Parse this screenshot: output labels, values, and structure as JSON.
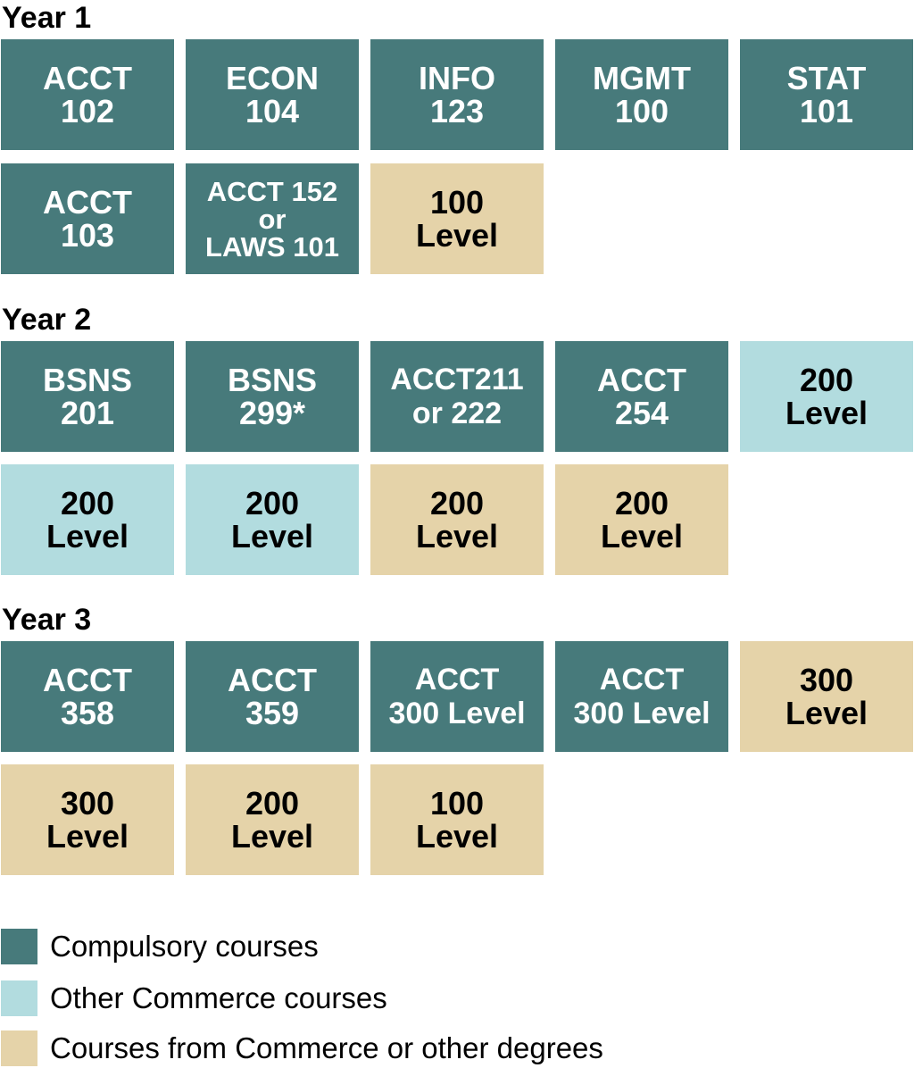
{
  "colors": {
    "compulsory": "#477a7b",
    "commerce": "#b2dcdf",
    "other": "#e5d3a9"
  },
  "years": [
    {
      "heading": "Year 1",
      "tiles": [
        {
          "text": "ACCT\n102",
          "kind": "compulsory"
        },
        {
          "text": "ECON\n104",
          "kind": "compulsory"
        },
        {
          "text": "INFO\n123",
          "kind": "compulsory"
        },
        {
          "text": "MGMT\n100",
          "kind": "compulsory"
        },
        {
          "text": "STAT\n101",
          "kind": "compulsory"
        },
        {
          "text": "ACCT\n103",
          "kind": "compulsory"
        },
        {
          "text": "ACCT 152\nor\nLAWS 101",
          "kind": "compulsory"
        },
        {
          "text": "100\nLevel",
          "kind": "other"
        }
      ]
    },
    {
      "heading": "Year 2",
      "tiles": [
        {
          "text": "BSNS\n201",
          "kind": "compulsory"
        },
        {
          "text": "BSNS\n299*",
          "kind": "compulsory"
        },
        {
          "text": "ACCT211\nor 222",
          "kind": "compulsory"
        },
        {
          "text": "ACCT\n254",
          "kind": "compulsory"
        },
        {
          "text": "200\nLevel",
          "kind": "commerce"
        },
        {
          "text": "200\nLevel",
          "kind": "commerce"
        },
        {
          "text": "200\nLevel",
          "kind": "commerce"
        },
        {
          "text": "200\nLevel",
          "kind": "other"
        },
        {
          "text": "200\nLevel",
          "kind": "other"
        }
      ]
    },
    {
      "heading": "Year 3",
      "tiles": [
        {
          "text": "ACCT\n358",
          "kind": "compulsory"
        },
        {
          "text": "ACCT\n359",
          "kind": "compulsory"
        },
        {
          "text": "ACCT\n300 Level",
          "kind": "compulsory"
        },
        {
          "text": "ACCT\n300 Level",
          "kind": "compulsory"
        },
        {
          "text": "300\nLevel",
          "kind": "other"
        },
        {
          "text": "300\nLevel",
          "kind": "other"
        },
        {
          "text": "200\nLevel",
          "kind": "other"
        },
        {
          "text": "100\nLevel",
          "kind": "other"
        }
      ]
    }
  ],
  "legend": [
    {
      "label": "Compulsory courses",
      "kind": "compulsory"
    },
    {
      "label": "Other Commerce courses",
      "kind": "commerce"
    },
    {
      "label": "Courses from Commerce or other degrees",
      "kind": "other"
    }
  ]
}
